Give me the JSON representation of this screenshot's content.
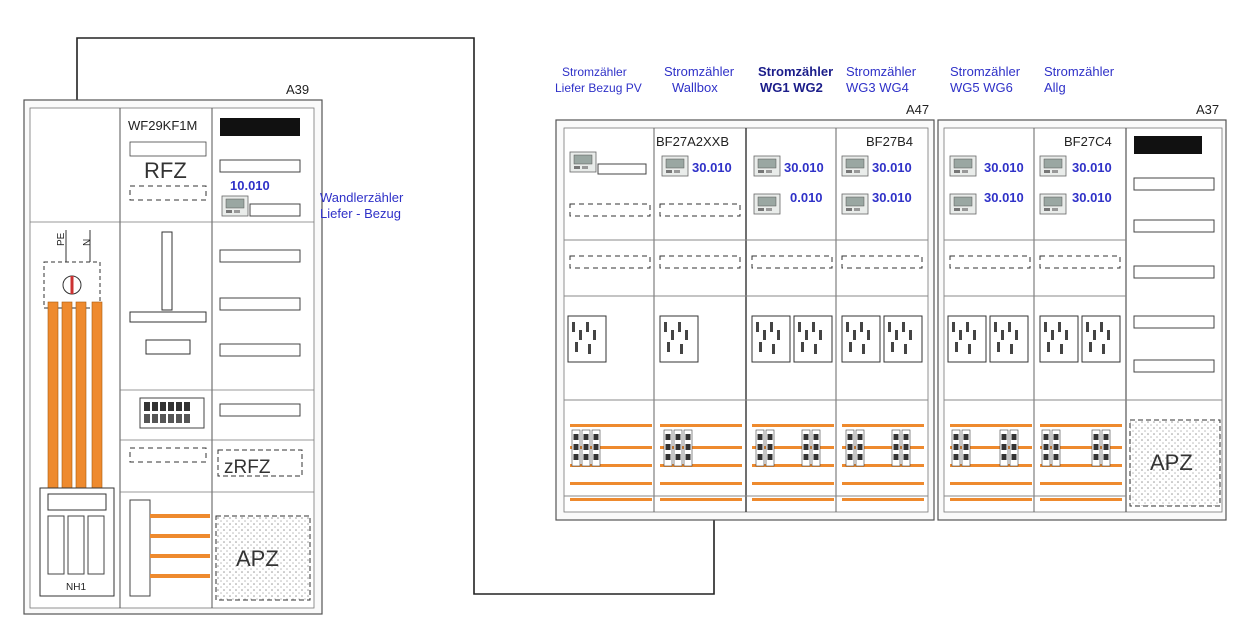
{
  "cabinets": {
    "a39": {
      "label": "A39",
      "device_code": "WF29KF1M",
      "rfz": "RFZ",
      "zrfz": "zRFZ",
      "apz": "APZ",
      "meter_value": "10.010",
      "main_switch": "NH1",
      "bus_pe": "PE",
      "bus_n": "N"
    },
    "a47": {
      "label": "A47",
      "code_left": "BF27A2XXB",
      "code_right": "BF27B4"
    },
    "a37": {
      "label": "A37",
      "code": "BF27C4",
      "apz": "APZ"
    }
  },
  "meter_value": "30.010",
  "meter_value_short": "0.010",
  "labels": {
    "wandler_1": "Wandlerzähler",
    "wandler_2": "Liefer - Bezug",
    "pv_1": "Stromzähler",
    "pv_2": "Liefer Bezug PV",
    "wallbox_1": "Stromzähler",
    "wallbox_2": "Wallbox",
    "wg12_1": "Stromzähler",
    "wg12_2": "WG1 WG2",
    "wg34_1": "Stromzähler",
    "wg34_2": "WG3 WG4",
    "wg56_1": "Stromzähler",
    "wg56_2": "WG5 WG6",
    "allg_1": "Stromzähler",
    "allg_2": "Allg"
  },
  "colors": {
    "busbar": "#ee8a2e",
    "label_blue": "#2f31c8",
    "line": "#333333"
  }
}
